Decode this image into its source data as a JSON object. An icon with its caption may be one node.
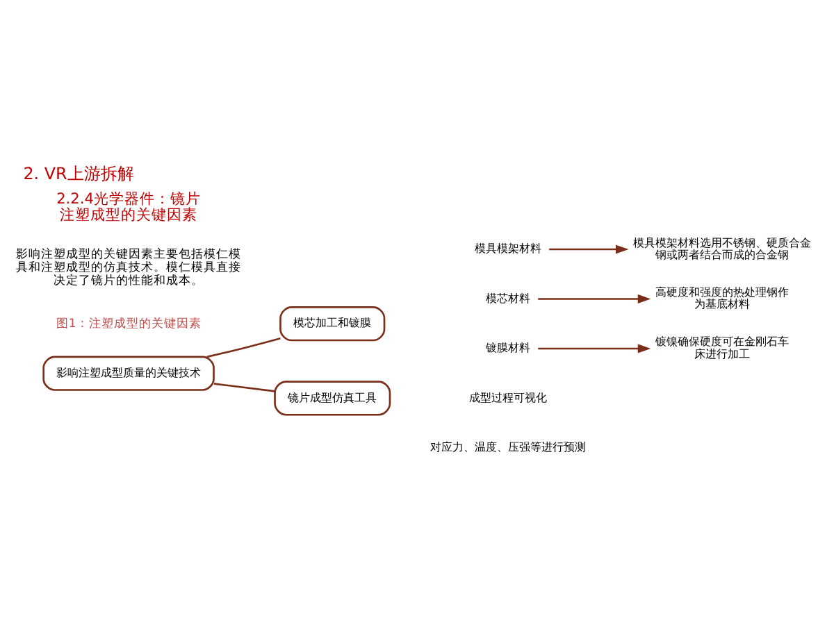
{
  "diagram": {
    "title": "2. VR上游拆解",
    "nodes": [
      {
        "text": [
          "影响注塑成型质量的关键技术"
        ]
      },
      {
        "text": [
          "模芯加工和镀膜"
        ]
      },
      {
        "text": [
          "镜片成型仿真工具"
        ]
      },
      {
        "text": [
          "模具模架材料"
        ]
      },
      {
        "text": [
          "模芯材料"
        ]
      },
      {
        "text": [
          "镀膜材料"
        ]
      },
      {
        "text": [
          "模具模架材料选用不锈钢、硬质合金钢或两者结合而成的合金钢"
        ]
      },
      {
        "text": [
          "高硬度和强度的热处理钢作为基底材料"
        ]
      },
      {
        "text": [
          "镀镍确保硬度可在金刚石车床进行加工"
        ]
      }
    ],
    "edges": [
      {
        "from": 0,
        "to": 1,
        "arrow": "none"
      },
      {
        "from": 0,
        "to": 2,
        "arrow": "none"
      },
      {
        "from": 3,
        "to": 6,
        "arrow": "to"
      },
      {
        "from": 4,
        "to": 7,
        "arrow": "to"
      },
      {
        "from": 5,
        "to": 8,
        "arrow": "to"
      }
    ],
    "labels": [
      "2.2.4光学器件：镜片注塑成型的关键因素",
      "影响注塑成型的关键因素主要包括模仁模具和注塑成型的仿真技术。模仁模具直接决定了镜片的性能和成本。",
      "图1：注塑成型的关键因素",
      "成型过程可视化",
      "对应力、温度、压强等进行预测"
    ]
  }
}
